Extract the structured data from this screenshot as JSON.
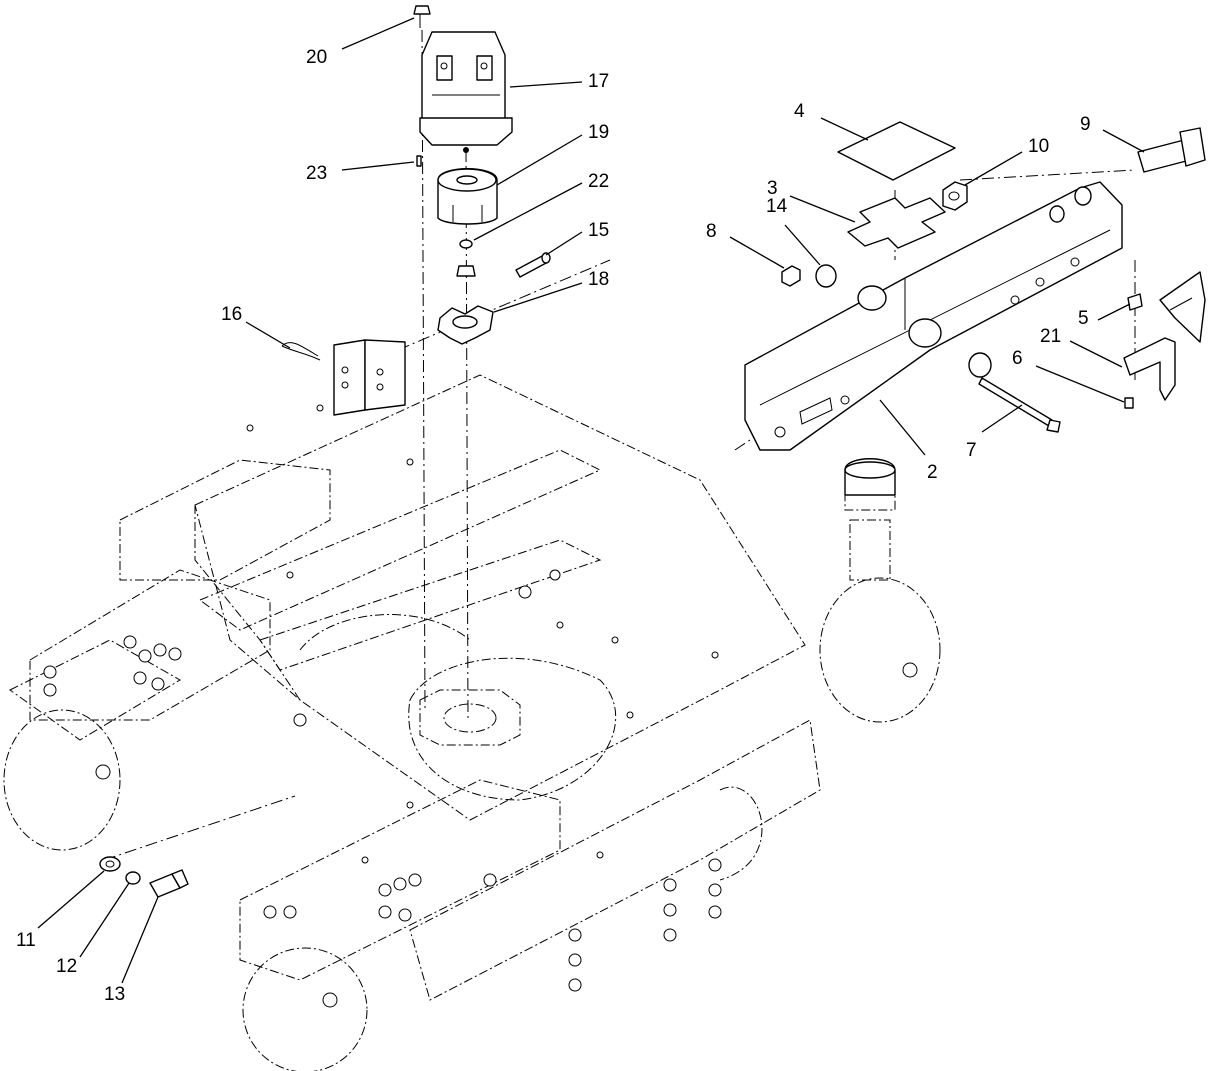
{
  "callouts": [
    {
      "id": "20",
      "label": "20"
    },
    {
      "id": "17",
      "label": "17"
    },
    {
      "id": "19",
      "label": "19"
    },
    {
      "id": "23",
      "label": "23"
    },
    {
      "id": "22",
      "label": "22"
    },
    {
      "id": "15",
      "label": "15"
    },
    {
      "id": "18",
      "label": "18"
    },
    {
      "id": "16",
      "label": "16"
    },
    {
      "id": "4",
      "label": "4"
    },
    {
      "id": "9",
      "label": "9"
    },
    {
      "id": "10",
      "label": "10"
    },
    {
      "id": "3",
      "label": "3"
    },
    {
      "id": "14",
      "label": "14"
    },
    {
      "id": "8",
      "label": "8"
    },
    {
      "id": "5",
      "label": "5"
    },
    {
      "id": "21",
      "label": "21"
    },
    {
      "id": "6",
      "label": "6"
    },
    {
      "id": "7",
      "label": "7"
    },
    {
      "id": "2",
      "label": "2"
    },
    {
      "id": "11",
      "label": "11"
    },
    {
      "id": "12",
      "label": "12"
    },
    {
      "id": "13",
      "label": "13"
    }
  ]
}
